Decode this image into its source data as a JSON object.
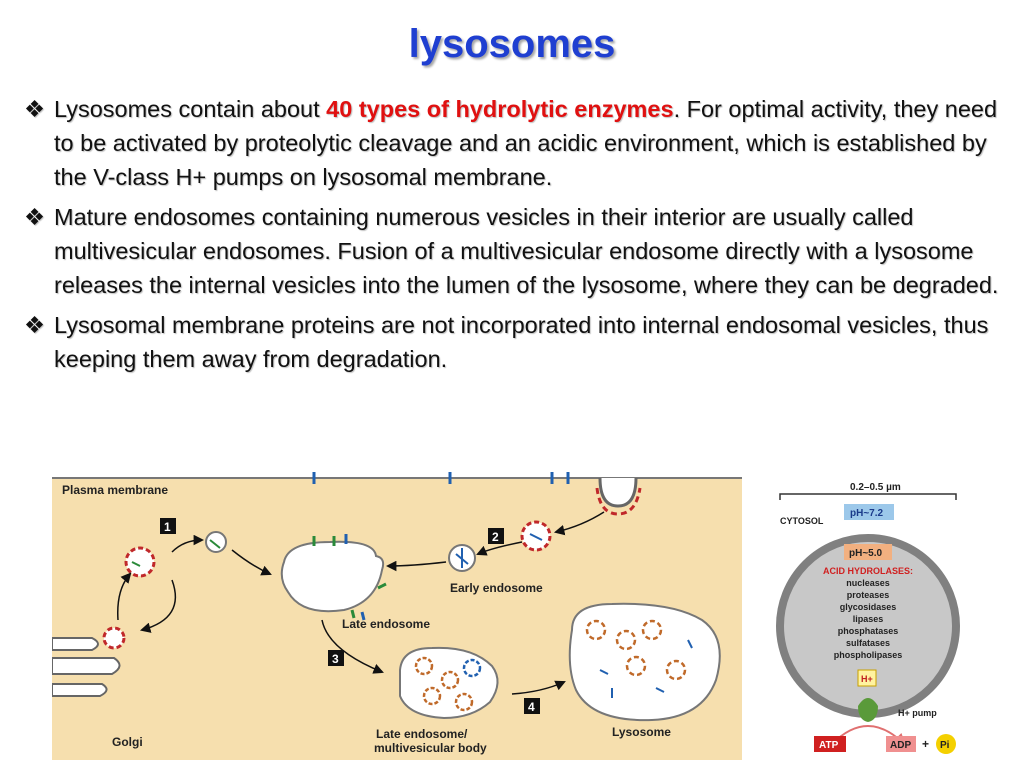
{
  "slide": {
    "title": "lysosomes",
    "bullet_mark": "❖",
    "bullets": [
      {
        "before": "Lysosomes contain about ",
        "highlight": "40 types of hydrolytic enzymes",
        "after": ". For optimal activity, they need to be activated by proteolytic cleavage and an acidic environment, which is established by the V-class H+ pumps on lysosomal membrane."
      },
      {
        "text": "Mature endosomes containing numerous vesicles in their interior are usually called multivesicular endosomes. Fusion of a multivesicular endosome directly with a lysosome releases the internal vesicles into the lumen of the lysosome, where they can be degraded."
      },
      {
        "text": "Lysosomal membrane proteins are not incorporated into internal endosomal vesicles, thus keeping them away from degradation."
      }
    ],
    "highlight_color": "#e01010",
    "title_color": "#1f3fd1"
  },
  "pathway": {
    "plasma_membrane": "Plasma membrane",
    "golgi": "Golgi",
    "early_endosome": "Early endosome",
    "late_endosome": "Late endosome",
    "mvb_line1": "Late endosome/",
    "mvb_line2": "multivesicular body",
    "lysosome": "Lysosome",
    "steps": [
      "1",
      "2",
      "3",
      "4"
    ]
  },
  "lysosome_detail": {
    "size": "0.2–0.5 µm",
    "cytosol": "CYTOSOL",
    "ph_cytosol": "pH~7.2",
    "ph_lumen": "pH~5.0",
    "hydrolases_title": "ACID HYDROLASES:",
    "hydrolases": [
      "nucleases",
      "proteases",
      "glycosidases",
      "lipases",
      "phosphatases",
      "sulfatases",
      "phospholipases"
    ],
    "h_plus": "H+",
    "pump": "H+ pump",
    "atp": "ATP",
    "adp": "ADP",
    "plus": "+",
    "pi": "Pi"
  }
}
